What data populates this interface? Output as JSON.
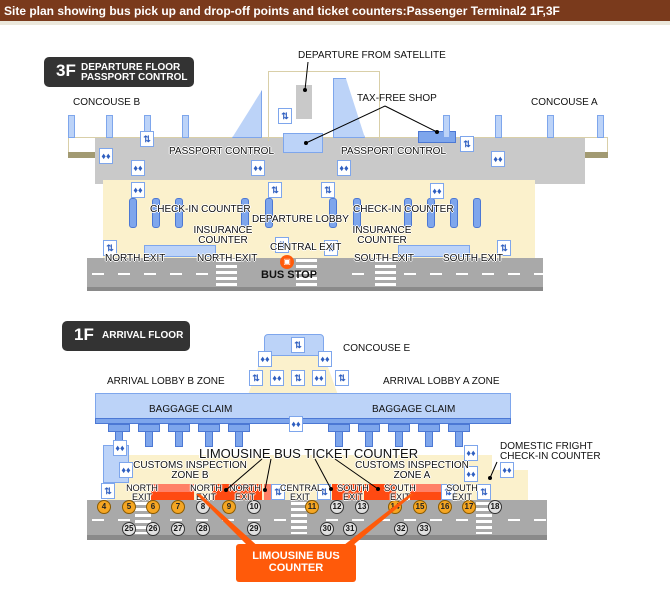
{
  "title": "Site plan showing bus pick up and drop-off points and ticket counters:Passenger Terminal2 1F,3F",
  "floor3": {
    "badge": {
      "level": "3F",
      "line1": "DEPARTURE FLOOR",
      "line2": "PASSPORT CONTROL"
    },
    "labels": {
      "departure_from_satellite": "DEPARTURE FROM SATELLITE",
      "tax_free_shop": "TAX-FREE SHOP",
      "concourse_b": "CONCOUSE B",
      "concourse_a": "CONCOUSE A",
      "passport_control_left": "PASSPORT CONTROL",
      "passport_control_right": "PASSPORT CONTROL",
      "checkin_left": "CHECK-IN COUNTER",
      "checkin_right": "CHECK-IN COUNTER",
      "departure_lobby": "DEPARTURE LOBBY",
      "insurance_left_1": "INSURANCE",
      "insurance_left_2": "COUNTER",
      "insurance_right_1": "INSURANCE",
      "insurance_right_2": "COUNTER",
      "central_exit": "CENTRAL EXIT",
      "north_exit_1": "NORTH EXIT",
      "north_exit_2": "NORTH EXIT",
      "south_exit_1": "SOUTH EXIT",
      "south_exit_2": "SOUTH EXIT",
      "bus_stop": "BUS STOP"
    }
  },
  "floor1": {
    "badge": {
      "level": "1F",
      "line1": "ARRIVAL FLOOR"
    },
    "labels": {
      "concourse_e": "CONCOUSE E",
      "arrival_lobby_b": "ARRIVAL LOBBY B ZONE",
      "arrival_lobby_a": "ARRIVAL LOBBY A ZONE",
      "baggage_claim_left": "BAGGAGE CLAIM",
      "baggage_claim_right": "BAGGAGE CLAIM",
      "limousine_ticket_counter": "LIMOUSINE BUS TICKET COUNTER",
      "customs_b_1": "CUSTOMS INSPECTION",
      "customs_b_2": "ZONE B",
      "customs_a_1": "CUSTOMS INSPECTION",
      "customs_a_2": "ZONE A",
      "domestic_freight_1": "DOMESTIC FRIGHT",
      "domestic_freight_2": "CHECK-IN COUNTER",
      "north_exit_a": "NORTH",
      "north_exit_b": "NORTH",
      "north_exit_c": "NORTH",
      "central_exit": "CENTRAL",
      "south_exit_a": "SOUTH",
      "south_exit_b": "SOUTH",
      "south_exit_c": "SOUTH",
      "exit_word": "EXIT",
      "callout": "LIMOUSINE BUS COUNTER"
    },
    "stops_front": [
      {
        "n": "4",
        "type": "orange"
      },
      {
        "n": "5",
        "type": "orange"
      },
      {
        "n": "6",
        "type": "orange"
      },
      {
        "n": "7",
        "type": "orange"
      },
      {
        "n": "8",
        "type": "gray"
      },
      {
        "n": "9",
        "type": "orange"
      },
      {
        "n": "10",
        "type": "gray"
      },
      {
        "n": "11",
        "type": "orange"
      },
      {
        "n": "12",
        "type": "gray"
      },
      {
        "n": "13",
        "type": "gray"
      },
      {
        "n": "14",
        "type": "orange"
      },
      {
        "n": "15",
        "type": "orange"
      },
      {
        "n": "16",
        "type": "orange"
      },
      {
        "n": "17",
        "type": "orange"
      },
      {
        "n": "18",
        "type": "gray"
      }
    ],
    "stops_back": [
      {
        "n": "25",
        "type": "gray"
      },
      {
        "n": "26",
        "type": "gray"
      },
      {
        "n": "27",
        "type": "gray"
      },
      {
        "n": "28",
        "type": "gray"
      },
      {
        "n": "29",
        "type": "gray"
      },
      {
        "n": "30",
        "type": "gray"
      },
      {
        "n": "31",
        "type": "gray"
      },
      {
        "n": "32",
        "type": "gray"
      },
      {
        "n": "33",
        "type": "gray"
      }
    ]
  },
  "icons": {
    "restroom": "♦♦",
    "elevator": "⇅",
    "escalator": "▤"
  },
  "colors": {
    "title_bg": "#7a3a1c",
    "accent_orange": "#ff5a0a",
    "stop_orange": "#f5a623",
    "blue": "#7ea6ec",
    "cream": "#fbf1cc"
  }
}
